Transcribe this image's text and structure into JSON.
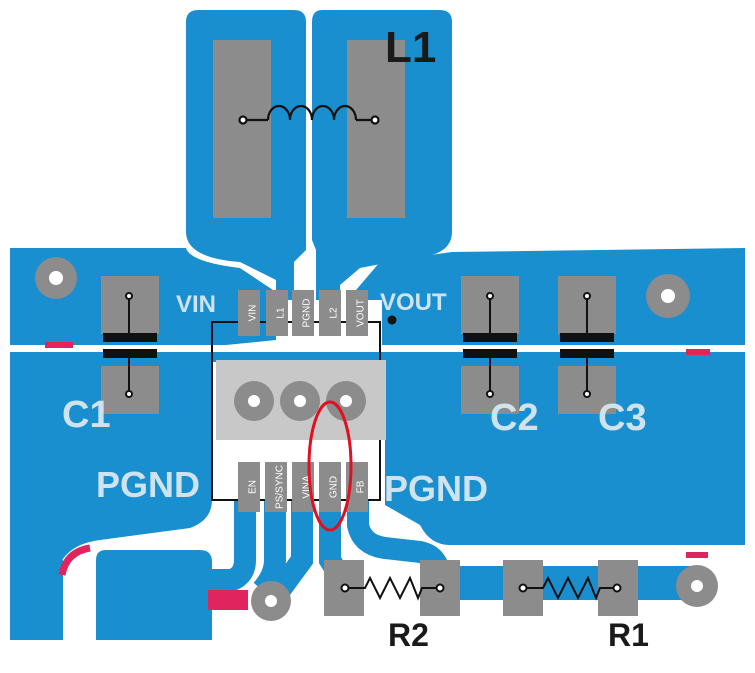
{
  "colors": {
    "copper": "#1a8fcf",
    "copper_edge": "#0f6fa6",
    "pad": "#8c8c8c",
    "thermal": "#c8c8c8",
    "trace_red": "#e0245e",
    "label_white": "#cfe3ee",
    "label_black": "#1a1a1a",
    "highlight_ring": "#e01020",
    "background": "#ffffff"
  },
  "components": {
    "inductor": "L1",
    "input_cap": "C1",
    "output_cap_1": "C2",
    "output_cap_2": "C3",
    "resistor_1": "R1",
    "resistor_2": "R2"
  },
  "nets": {
    "vin": "VIN",
    "vout": "VOUT",
    "pgnd_left": "PGND",
    "pgnd_right": "PGND"
  },
  "ic_pins": {
    "top": [
      "VIN",
      "L1",
      "PGND",
      "L2",
      "VOUT"
    ],
    "bottom": [
      "EN",
      "PS/SYNC",
      "VINA",
      "GND",
      "FB"
    ]
  },
  "highlight": {
    "pin": "GND",
    "shape": "ellipse"
  }
}
